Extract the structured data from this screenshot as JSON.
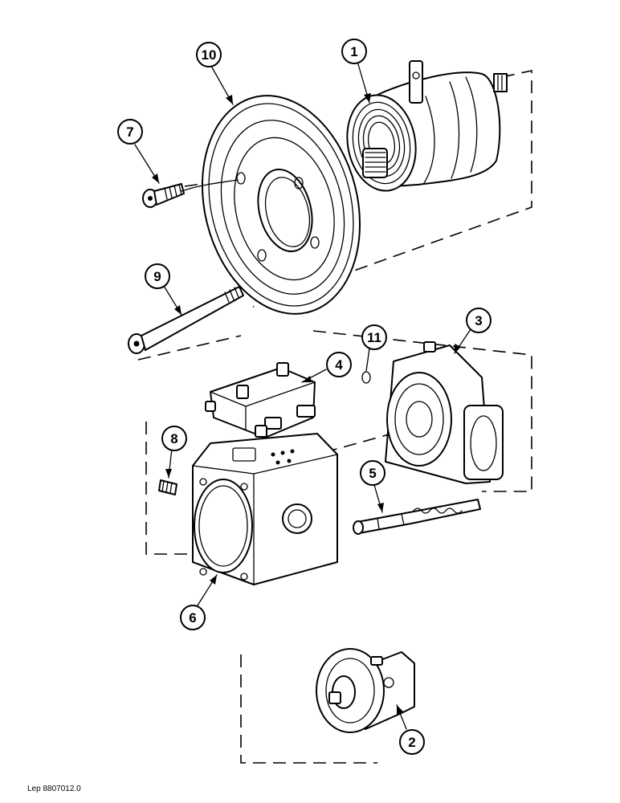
{
  "callouts": [
    "10",
    "1",
    "7",
    "9",
    "11",
    "3",
    "4",
    "8",
    "5",
    "6",
    "2"
  ],
  "reference": "Lep 8807012.0"
}
